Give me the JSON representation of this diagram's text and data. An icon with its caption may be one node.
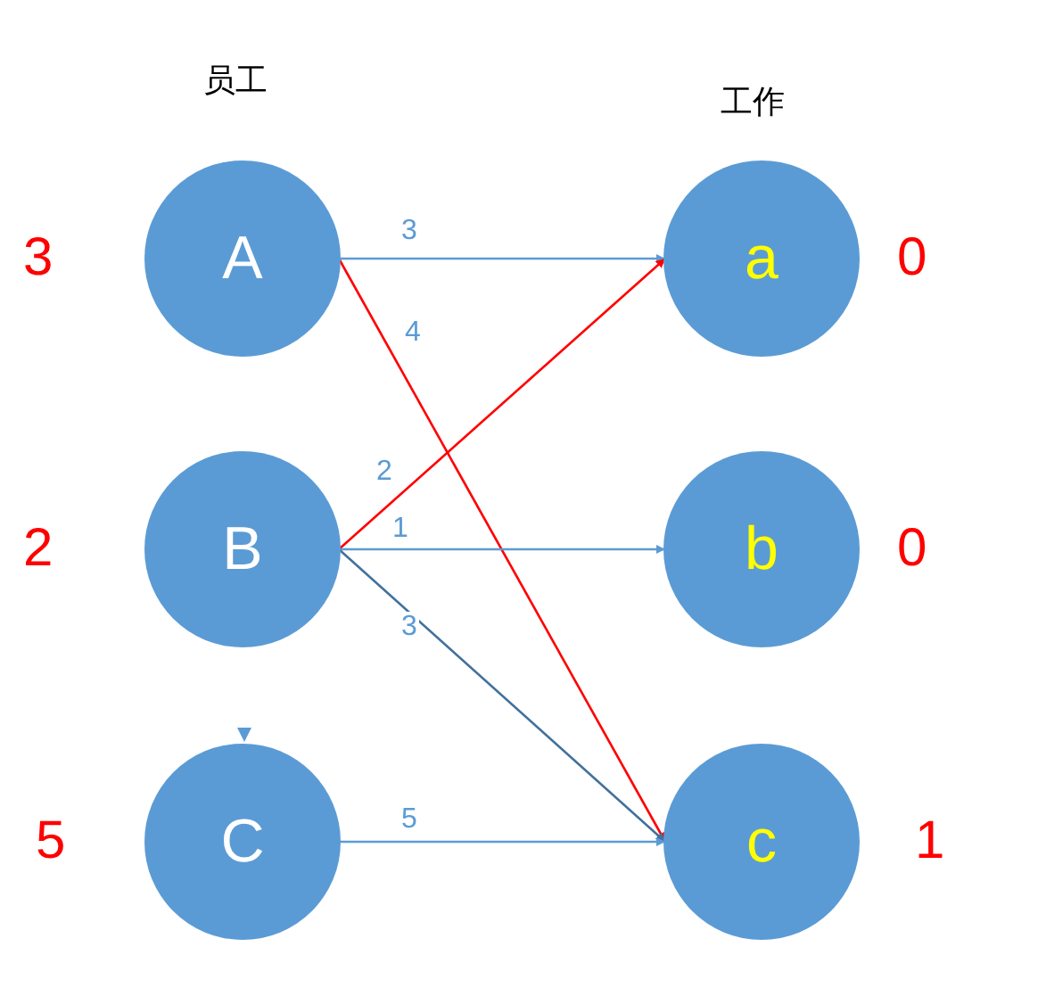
{
  "diagram": {
    "nodes": [
      {
        "text": [
          "A"
        ],
        "beside": [
          "3"
        ]
      },
      {
        "text": [
          "B"
        ],
        "beside": [
          "2"
        ]
      },
      {
        "text": [
          "C"
        ],
        "beside": [
          "5"
        ]
      },
      {
        "text": [
          "a"
        ],
        "beside": [
          "0"
        ]
      },
      {
        "text": [
          "b"
        ],
        "beside": [
          "0"
        ]
      },
      {
        "text": [
          "c"
        ],
        "beside": [
          "1"
        ]
      }
    ],
    "edges": [
      {
        "from": 0,
        "to": 3,
        "arrow": "to",
        "label": "3"
      },
      {
        "from": 0,
        "to": 5,
        "arrow": "to",
        "label": "4",
        "color": "#ff0000"
      },
      {
        "from": 1,
        "to": 3,
        "arrow": "to",
        "label": "2",
        "color": "#ff0000"
      },
      {
        "from": 1,
        "to": 4,
        "arrow": "to",
        "label": "1"
      },
      {
        "from": 1,
        "to": 5,
        "arrow": "to",
        "label": "3",
        "color": "#41719c"
      },
      {
        "from": 2,
        "to": 5,
        "arrow": "to",
        "label": "5"
      }
    ],
    "labels": [
      "员工",
      "工作"
    ]
  }
}
